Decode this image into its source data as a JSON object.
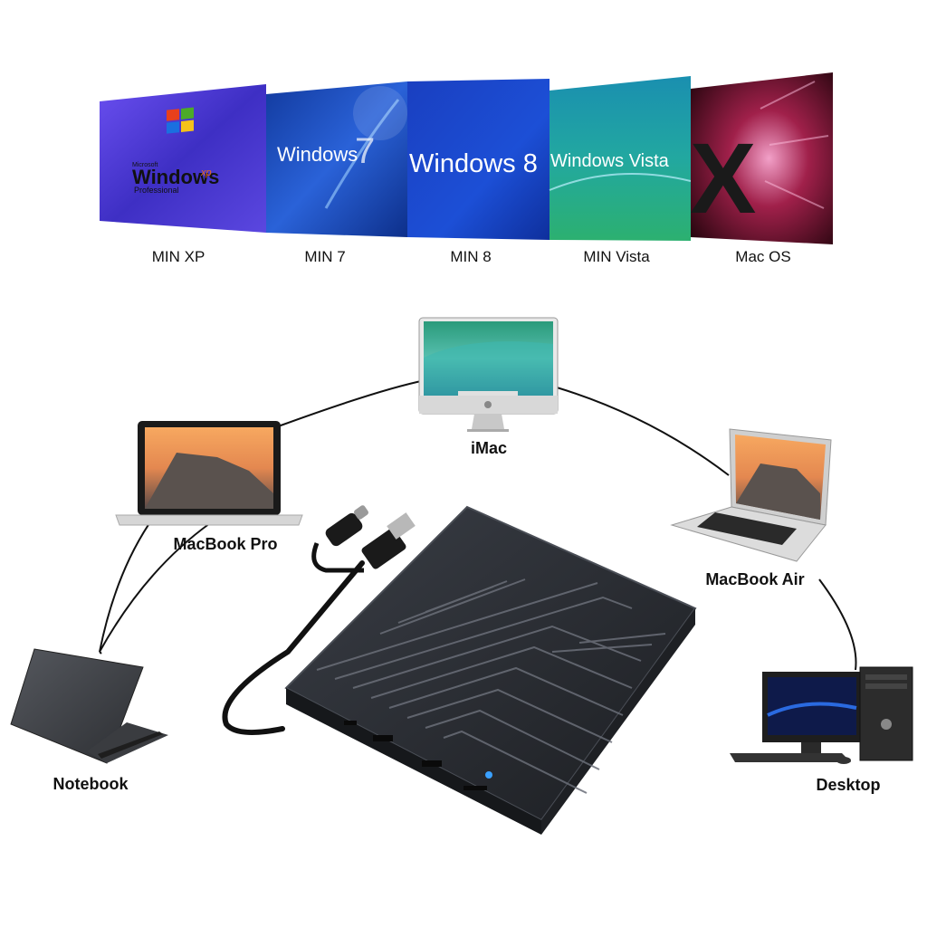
{
  "os_banners": [
    {
      "id": "xp",
      "logo_line1": "Microsoft",
      "logo_line2": "Windows",
      "logo_sup": "xp",
      "logo_line3": "Professional",
      "label": "MIN XP"
    },
    {
      "id": "win7",
      "logo_text": "Windows",
      "logo_mark": "7",
      "label": "MIN 7"
    },
    {
      "id": "win8",
      "logo_text": "Windows 8",
      "label": "MIN 8"
    },
    {
      "id": "vista",
      "logo_text": "Windows Vista",
      "label": "MIN Vista"
    },
    {
      "id": "macos",
      "logo_text": "X",
      "label": "Mac OS"
    }
  ],
  "devices": {
    "imac": "iMac",
    "macbook_pro": "MacBook Pro",
    "macbook_air": "MacBook Air",
    "notebook": "Notebook",
    "desktop": "Desktop"
  },
  "colors": {
    "xp_bg": "#4b3ed0",
    "win7_bg": "#1f4ec8",
    "win8_bg": "#1848d0",
    "vista_bg": "#1c9a9a",
    "mac_bg": "#6a1030",
    "drive_body": "#2a2d33",
    "connector_line": "#111111"
  }
}
